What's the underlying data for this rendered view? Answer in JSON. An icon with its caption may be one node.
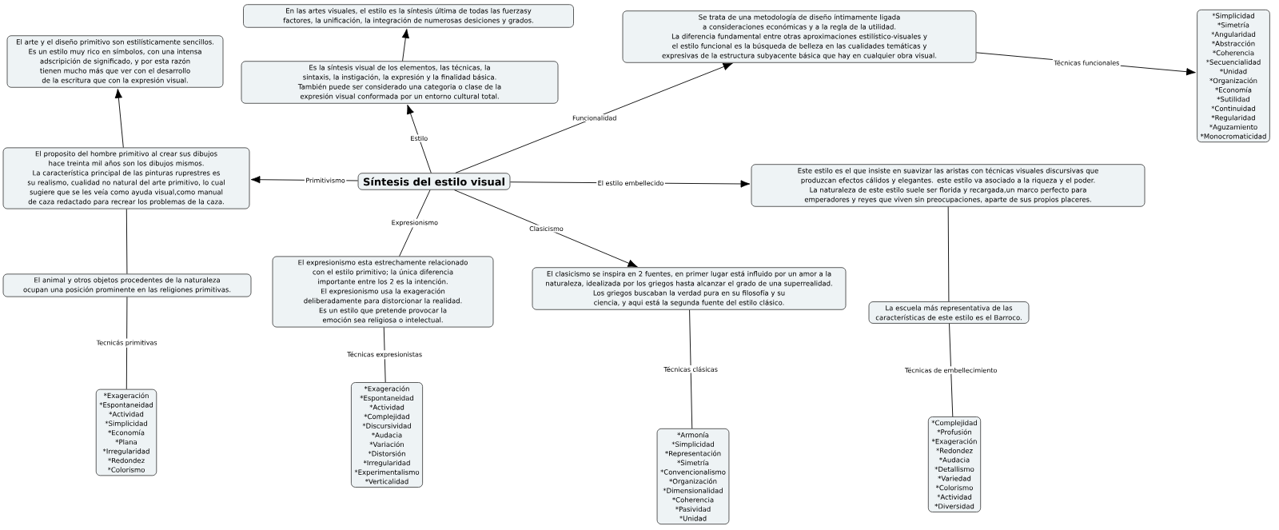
{
  "diagram": {
    "nodes": [
      {
        "text": [
          "Síntesis del estilo visual"
        ]
      },
      {
        "text": [
          "Es la síntesis visual de los elementos, las técnicas, la sintaxis, la instigación, la expresión y la finalidad básica.",
          "También puede ser considerado una categoria o clase de la expresión visual conformada por un entorno cultural total."
        ]
      },
      {
        "text": [
          "En las artes visuales, el estilo es la síntesis última de todas las fuerzasy factores, la unificación, la integración de numerosas desiciones y grados."
        ]
      },
      {
        "text": [
          "El arte y el diseño primitivo son estilísticamente sencillos.",
          "Es un estilo muy rico en símbolos, con una intensa adscripición de significado, y por esta razón tienen mucho más que ver con el desarrollo de la escritura que con la expresión visual."
        ]
      },
      {
        "text": [
          "El proposito del hombre primitivo al crear sus dibujos hace treinta mil años son los dibujos mismos.",
          "La característica principal de las pinturas ruprestres es su realismo, cualidad no natural del arte primitivo, lo cual sugiere que se les veía como ayuda visual,como manual de caza redactado para recrear los problemas de la caza."
        ]
      },
      {
        "text": [
          "El animal y otros objetos procedentes de la naturaleza ocupan una posición prominente en las religiones primitivas."
        ]
      },
      {
        "text": [
          "*Exageración",
          "*Espontaneidad",
          "*Actividad",
          "*Simplicidad",
          "*Economía",
          "*Plana",
          "*Irregularidad",
          "*Redondez",
          "*Colorismo"
        ]
      },
      {
        "text": [
          "El expresionismo esta estrechamente relacionado con el estilo primitivo; la única diferencia importante entre los 2 es la intención.",
          "El expresionismo usa la exageración deliberadamente para distorcionar la realidad.",
          "Es un estilo que pretende provocar la emoción sea religiosa o intelectual."
        ]
      },
      {
        "text": [
          "*Exageración",
          "*Espontaneidad",
          "*Actividad",
          "*Complejidad",
          "*Discursividad",
          "*Audacia",
          "*Variación",
          "*Distorsión",
          "*Irregularidad",
          "*Experimentalismo",
          "*Verticalidad"
        ]
      },
      {
        "text": [
          "Se trata de una metodología de diseño íntimamente ligada a consideraciones económicas y a la regla de la utilidad.",
          "La diferencia fundamental entre otras aproximaciones estilístico-visuales y el estilo funcional es la búsqueda de belleza en las cualidades temáticas y expresivas de la estructura subyacente básica que hay en cualquier obra visual."
        ]
      },
      {
        "text": [
          "*Simplicidad",
          "*Simetría",
          "*Angularidad",
          "*Abstracción",
          "*Coherencia",
          "*Secuencialidad",
          "*Unidad",
          "*Organización",
          "*Economía",
          "*Sutilidad",
          "*Continuidad",
          "*Regularidad",
          "*Aguzamiento",
          "*Monocromaticidad"
        ]
      },
      {
        "text": [
          "Este estilo es el que insiste en suavizar las aristas con técnicas visuales discursivas que produzcan efectos cálidos y elegantes. este estilo va asociado a la riqueza y el poder.",
          "La naturaleza de este estilo suele ser florida y recargada,un marco perfecto para emperadores y reyes que viven sin preocupaciones, aparte de sus propios placeres."
        ]
      },
      {
        "text": [
          "La escuela más representativa de las características de este estilo es el Barroco."
        ]
      },
      {
        "text": [
          "*Complejidad",
          "*Profusión",
          "*Exageración",
          "*Redondez",
          "*Audacia",
          "*Detallismo",
          "*Variedad",
          "*Colorismo",
          "*Actividad",
          "*Diversidad"
        ]
      },
      {
        "text": [
          "El clasicismo se inspira en 2 fuentes, en primer lugar está influido por un amor a la naturaleza, idealizada por los griegos hasta alcanzar el grado de una superrealidad.",
          "Los griegos buscaban la verdad pura en su filosofía y su ciencia, y aqui está la segunda fuente del estilo clásico."
        ]
      },
      {
        "text": [
          "*Armonía",
          "*Simplicidad",
          "*Representación",
          "*Simetría",
          "*Convencionalismo",
          "*Organización",
          "*Dimensionalidad",
          "*Coherencia",
          "*Pasividad",
          "*Unidad"
        ]
      }
    ],
    "edges": [
      {
        "from": 0,
        "to": 1,
        "label": "Estilo",
        "arrow": "to"
      },
      {
        "from": 1,
        "to": 2,
        "arrow": "to"
      },
      {
        "from": 0,
        "to": 4,
        "label": "Primitivismo",
        "arrow": "to"
      },
      {
        "from": 4,
        "to": 3,
        "arrow": "to"
      },
      {
        "from": 4,
        "to": 5,
        "arrow": "none"
      },
      {
        "from": 5,
        "to": 6,
        "label": "Tecnicás primitivas",
        "arrow": "none"
      },
      {
        "from": 0,
        "to": 7,
        "label": "Expresionismo",
        "arrow": "none"
      },
      {
        "from": 7,
        "to": 8,
        "label": "Técnicas expresionistas",
        "arrow": "none"
      },
      {
        "from": 0,
        "to": 9,
        "label": "Funcionalidad",
        "arrow": "to"
      },
      {
        "from": 9,
        "to": 10,
        "label": "Técnicas funcionales",
        "arrow": "to"
      },
      {
        "from": 0,
        "to": 11,
        "label": "El estilo embellecido",
        "arrow": "to"
      },
      {
        "from": 11,
        "to": 12,
        "arrow": "none"
      },
      {
        "from": 12,
        "to": 13,
        "label": "Técnicas de embellecimiento",
        "arrow": "none"
      },
      {
        "from": 0,
        "to": 14,
        "label": "Clasicismo",
        "arrow": "to"
      },
      {
        "from": 14,
        "to": 15,
        "label": "Técnicas clásicas",
        "arrow": "none"
      }
    ]
  }
}
